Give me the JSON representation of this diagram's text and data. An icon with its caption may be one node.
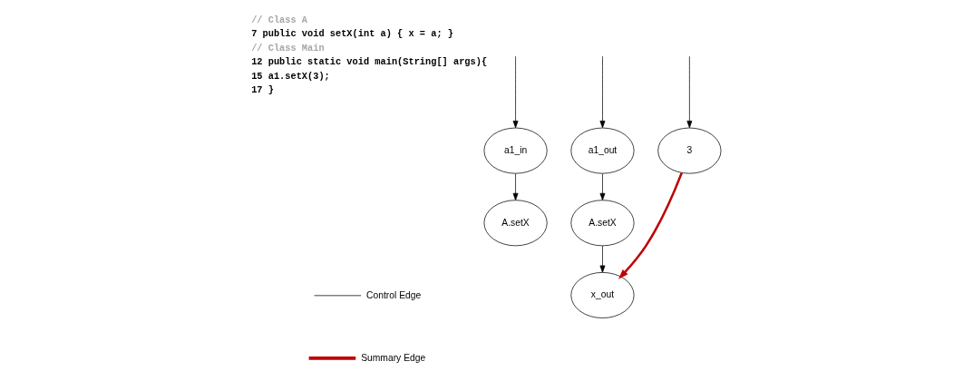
{
  "diagram": {
    "nodes": [
      {
        "text": [
          "a1_in"
        ]
      },
      {
        "text": [
          "3"
        ]
      },
      {
        "text": [
          "a1_out"
        ]
      },
      {
        "text": [
          "A.setX"
        ]
      },
      {
        "text": [
          "A.setX"
        ]
      },
      {
        "text": [
          "x_out"
        ]
      }
    ],
    "edges": [
      {
        "from": null,
        "to": 0,
        "arrow": "to"
      },
      {
        "from": null,
        "to": 1,
        "arrow": "to"
      },
      {
        "from": null,
        "to": 2,
        "arrow": "to"
      },
      {
        "from": 0,
        "to": 3,
        "arrow": "to"
      },
      {
        "from": 2,
        "to": 4,
        "arrow": "to"
      },
      {
        "from": 4,
        "to": 5,
        "arrow": "to"
      },
      {
        "from": 1,
        "to": 5,
        "arrow": "to",
        "style": "thick",
        "color": "#c00000"
      }
    ],
    "labels": [
      "// Class A",
      "7 public void setX(int a) { x = a; }",
      "// Class Main",
      "12 public static void main(String[] args){",
      "15 a1.setX(3);",
      "17 }"
    ],
    "legend": [
      {
        "text": "Control Edge"
      },
      {
        "text": "Summary Edge"
      }
    ]
  }
}
